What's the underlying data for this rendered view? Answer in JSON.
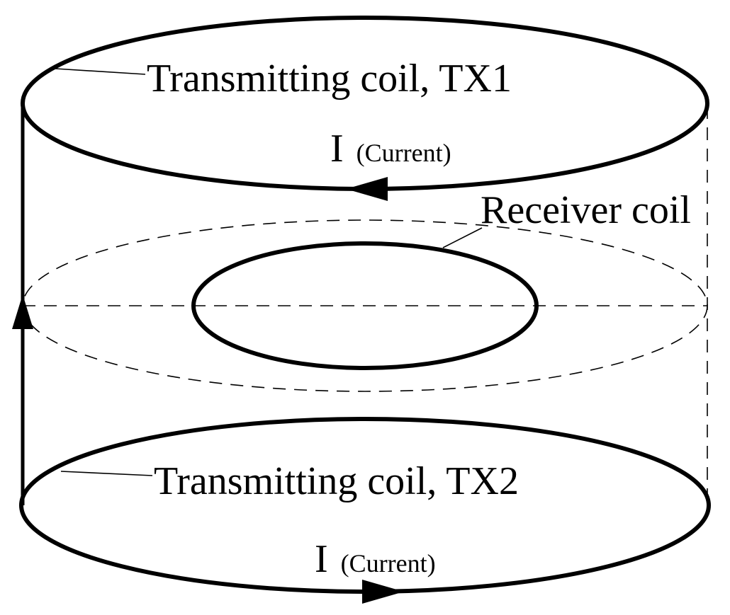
{
  "labels": {
    "tx1": "Transmitting coil, TX1",
    "tx2": "Transmitting coil,  TX2",
    "receiver": "Receiver coil",
    "current_symbol_top": "I",
    "current_text_top": "(Current)",
    "current_symbol_bottom": "I",
    "current_text_bottom": "(Current)"
  },
  "colors": {
    "stroke": "#000000",
    "background": "#ffffff"
  }
}
